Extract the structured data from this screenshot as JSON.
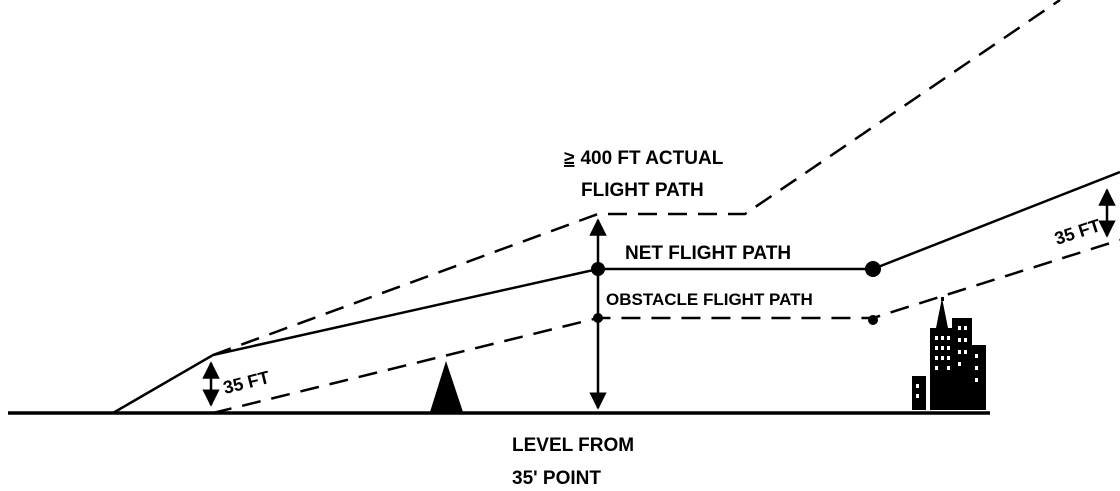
{
  "labels": {
    "actual_flight_path": {
      "prefix": "≥",
      "line1": "400 FT ACTUAL",
      "line2": "FLIGHT PATH"
    },
    "net_flight_path": "NET FLIGHT PATH",
    "obstacle_flight_path": "OBSTACLE FLIGHT PATH",
    "clearance_left": "35 FT",
    "clearance_right": "35 FT",
    "level_reference": {
      "line1": "LEVEL FROM",
      "line2": "35' POINT"
    }
  },
  "colors": {
    "ink": "#000000",
    "background": "#ffffff"
  }
}
